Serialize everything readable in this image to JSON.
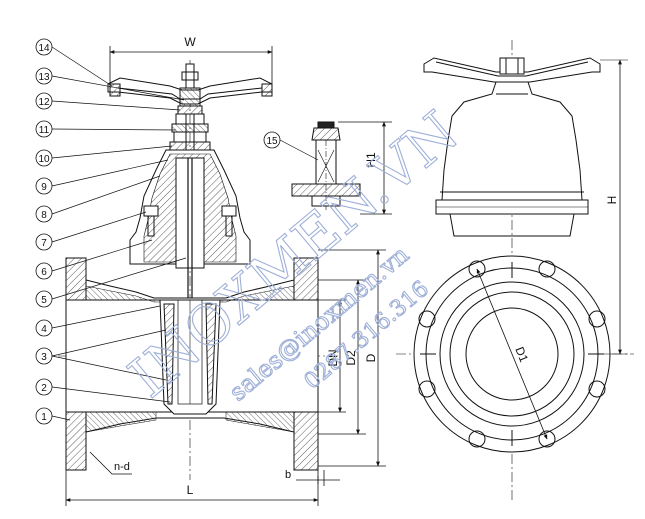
{
  "parts": [
    "1",
    "2",
    "3",
    "4",
    "5",
    "6",
    "7",
    "8",
    "9",
    "10",
    "11",
    "12",
    "13",
    "14",
    "15"
  ],
  "dimensions": {
    "width": "W",
    "length": "L",
    "height": "H",
    "stem_height": "H1",
    "nominal_diameter": "DN",
    "raised_face_diameter": "D2",
    "flange_diameter": "D",
    "bolt_circle_diameter": "D1",
    "bolt_holes": "n-d",
    "flange_thickness": "b"
  },
  "watermarks": {
    "brand": "INOXMEN.VN",
    "email": "sales@inoxmen.vn",
    "phone": "0287.316.316"
  },
  "colors": {
    "line": "#111111",
    "watermark": "#9fb0d8"
  }
}
